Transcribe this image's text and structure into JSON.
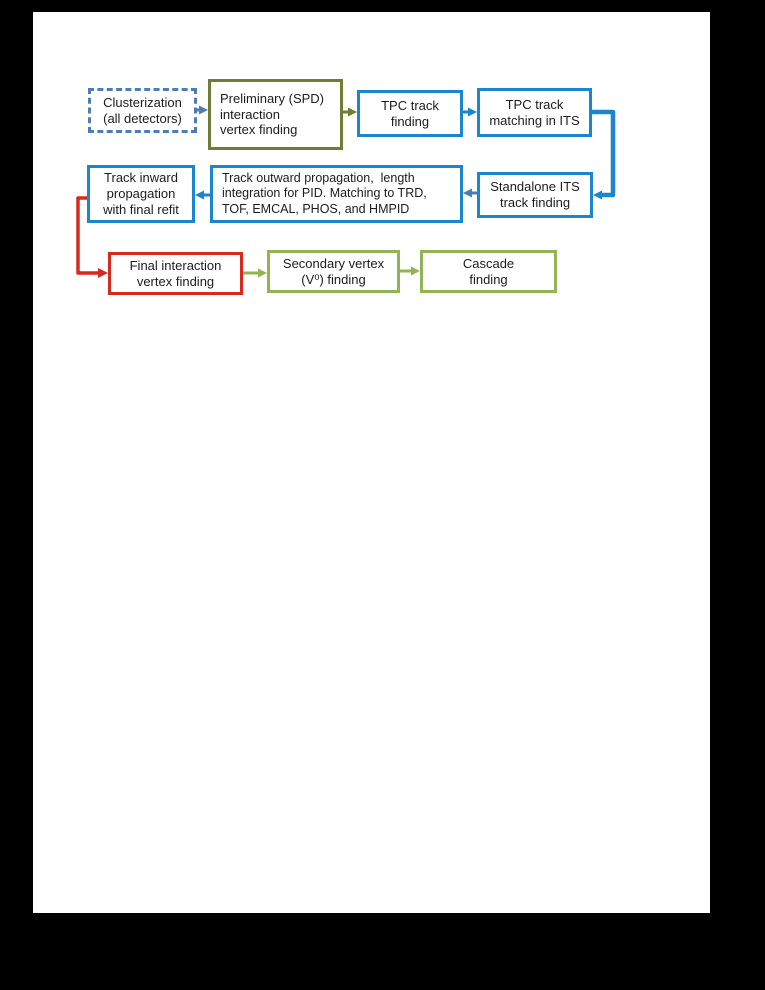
{
  "page": {
    "background": "#000000",
    "paper": "#ffffff"
  },
  "colors": {
    "solid_blue": "#1b86ce",
    "steel_blue": "#4e7cb5",
    "olive_green": "#6f7d35",
    "light_green": "#93b355",
    "red": "#d52b1e",
    "text": "#1c1c1c"
  },
  "diagram": {
    "boxes": [
      {
        "id": "clusterization",
        "label": "Clusterization\n(all detectors)"
      },
      {
        "id": "preliminary-vertex",
        "label": "Preliminary (SPD)\ninteraction\nvertex finding"
      },
      {
        "id": "tpc-track-finding",
        "label": "TPC track\nfinding"
      },
      {
        "id": "tpc-its-matching",
        "label": "TPC track\nmatching in ITS"
      },
      {
        "id": "standalone-its",
        "label": "Standalone ITS\ntrack finding"
      },
      {
        "id": "outward-propagation",
        "label": "Track outward propagation,  length\nintegration for PID. Matching to TRD,\nTOF, EMCAL, PHOS, and HMPID"
      },
      {
        "id": "inward-propagation",
        "label": "Track inward\npropagation\nwith final refit"
      },
      {
        "id": "final-vertex",
        "label": "Final interaction\nvertex finding"
      },
      {
        "id": "secondary-vertex",
        "label": "Secondary vertex\n(V⁰) finding"
      },
      {
        "id": "cascade-finding",
        "label": "Cascade\nfinding"
      }
    ]
  }
}
